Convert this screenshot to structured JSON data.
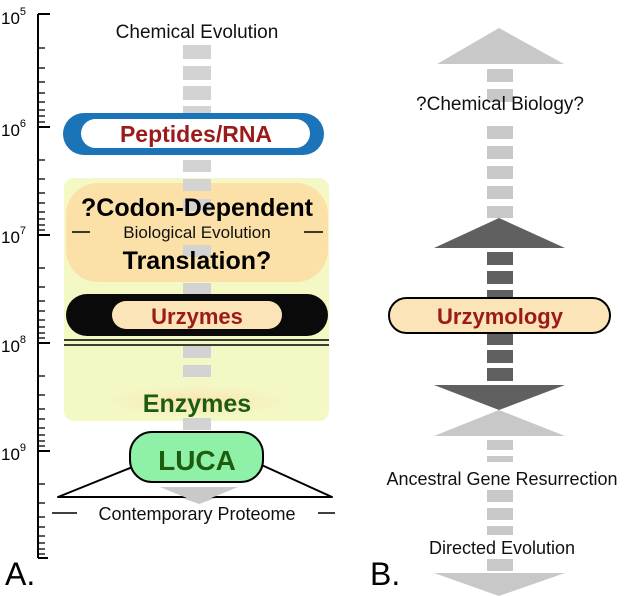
{
  "panel_a": {
    "label": "A.",
    "axis_ticks": [
      {
        "base": "10",
        "exp": "5"
      },
      {
        "base": "10",
        "exp": "6"
      },
      {
        "base": "10",
        "exp": "7"
      },
      {
        "base": "10",
        "exp": "8"
      },
      {
        "base": "10",
        "exp": "9"
      }
    ],
    "chemical_evolution": "Chemical Evolution",
    "peptides_rna": "Peptides/RNA",
    "codon_dependent": "?Codon-Dependent",
    "biological_evolution": "Biological Evolution",
    "translation": "Translation?",
    "urzymes": "Urzymes",
    "enzymes": "Enzymes",
    "luca": "LUCA",
    "contemporary_proteome": "Contemporary Proteome"
  },
  "panel_b": {
    "label": "B.",
    "chemical_biology": "?Chemical  Biology?",
    "urzymology": "Urzymology",
    "ancestral_gene_resurrection": "Ancestral Gene Resurrection",
    "directed_evolution": "Directed Evolution"
  },
  "colors": {
    "dark_red": "#9b1a1a",
    "dark_green": "#1e5c10",
    "blue": "#1b73b8",
    "light_yellow": "#f3f8c4",
    "tan": "#fbe0a8",
    "luca_green": "#8ff0a8",
    "gray_light": "#cfcfcf",
    "gray_dark": "#666666"
  }
}
